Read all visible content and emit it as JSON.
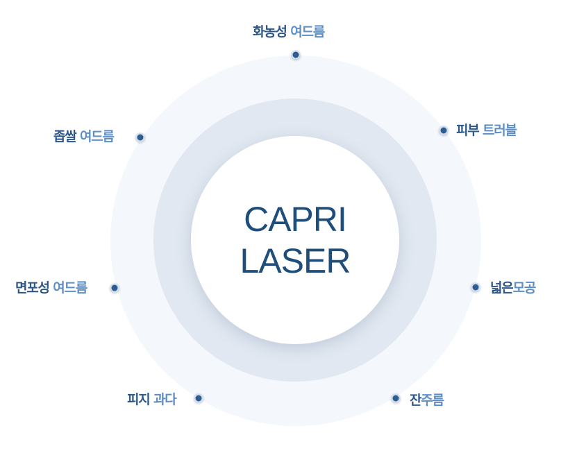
{
  "center": {
    "line1": "CAPRI",
    "line2": "LASER"
  },
  "items": [
    {
      "name": "hwanongseong",
      "part1": "화농성 ",
      "part2": "여드름"
    },
    {
      "name": "pibu-trouble",
      "part1": "피부 ",
      "part2": "트러블"
    },
    {
      "name": "neolbeun-mogong",
      "part1": "넓은",
      "part2": "모공"
    },
    {
      "name": "janjureum",
      "part1": "잔",
      "part2": "주름"
    },
    {
      "name": "piji-gwada",
      "part1": "피지 ",
      "part2": "과다"
    },
    {
      "name": "myeonposeong",
      "part1": "면포성 ",
      "part2": "여드름"
    },
    {
      "name": "jopssal",
      "part1": "좁쌀 ",
      "part2": "여드름"
    }
  ],
  "colors": {
    "primary": "#2c5788",
    "accent": "#5d8fc6",
    "title": "#1f4e7a",
    "outer_ring": "#f4f7fb",
    "middle_ring": "#e1e8f1"
  }
}
